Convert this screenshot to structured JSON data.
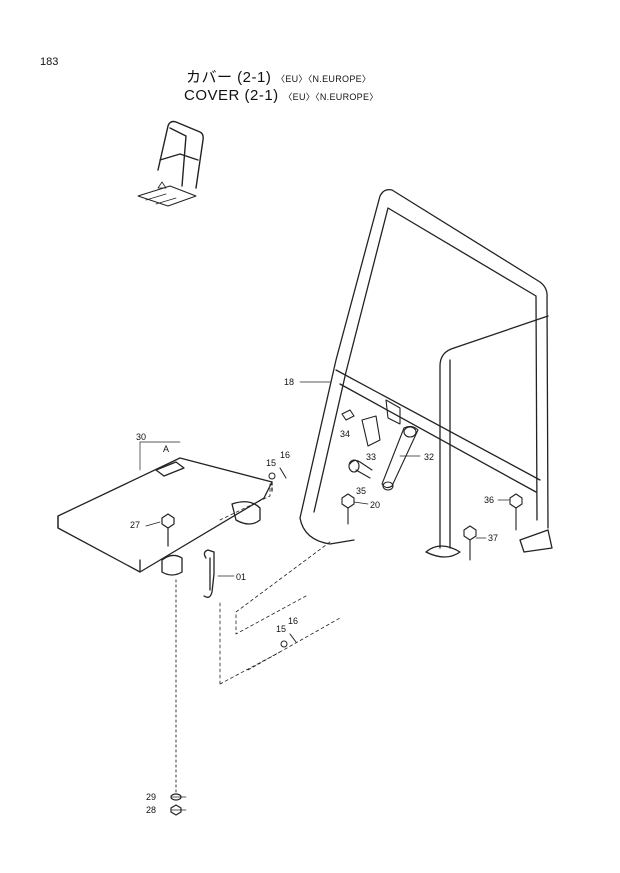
{
  "page_number": "183",
  "title_jp": "カバー (2-1)",
  "title_en": "COVER (2-1)",
  "title_suffix": "〈EU〉〈N.EUROPE〉",
  "callouts": [
    {
      "id": "callout-18",
      "label": "18"
    },
    {
      "id": "callout-30",
      "label": "30"
    },
    {
      "id": "callout-a",
      "label": "A"
    },
    {
      "id": "callout-15-upper",
      "label": "15"
    },
    {
      "id": "callout-16-upper",
      "label": "16"
    },
    {
      "id": "callout-27",
      "label": "27"
    },
    {
      "id": "callout-34",
      "label": "34"
    },
    {
      "id": "callout-33",
      "label": "33"
    },
    {
      "id": "callout-32",
      "label": "32"
    },
    {
      "id": "callout-35",
      "label": "35"
    },
    {
      "id": "callout-20",
      "label": "20"
    },
    {
      "id": "callout-36",
      "label": "36"
    },
    {
      "id": "callout-37",
      "label": "37"
    },
    {
      "id": "callout-01",
      "label": "01"
    },
    {
      "id": "callout-15-lower",
      "label": "15"
    },
    {
      "id": "callout-16-lower",
      "label": "16"
    },
    {
      "id": "callout-29",
      "label": "29"
    },
    {
      "id": "callout-28",
      "label": "28"
    }
  ]
}
